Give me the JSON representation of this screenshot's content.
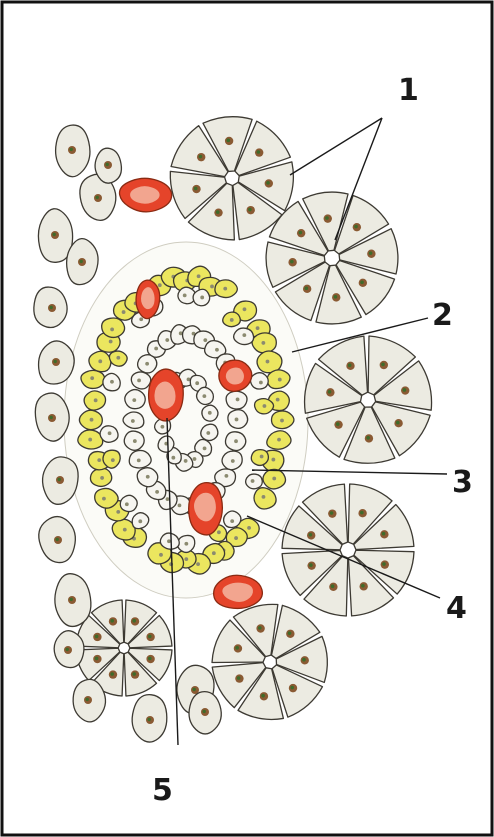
{
  "figure": {
    "labels": [
      "1",
      "2",
      "3",
      "4",
      "5"
    ]
  },
  "colors": {
    "background": "#ffffff",
    "frame": "#111111",
    "acinar_cell": "#ecebe2",
    "acinar_nucleus": "#8a5a33",
    "acinar_nucleus_center": "#3f6b2a",
    "islet_peripheral_cell": "#ebe65f",
    "islet_central_cell": "#f6f5f0",
    "capillary_outer": "#e5442a",
    "capillary_inner": "#f2a58f",
    "cell_outline": "#3d3a33",
    "leader_line": "#1a1a1a"
  },
  "icons": [
    "acinar-cell",
    "islet-cell",
    "capillary"
  ]
}
